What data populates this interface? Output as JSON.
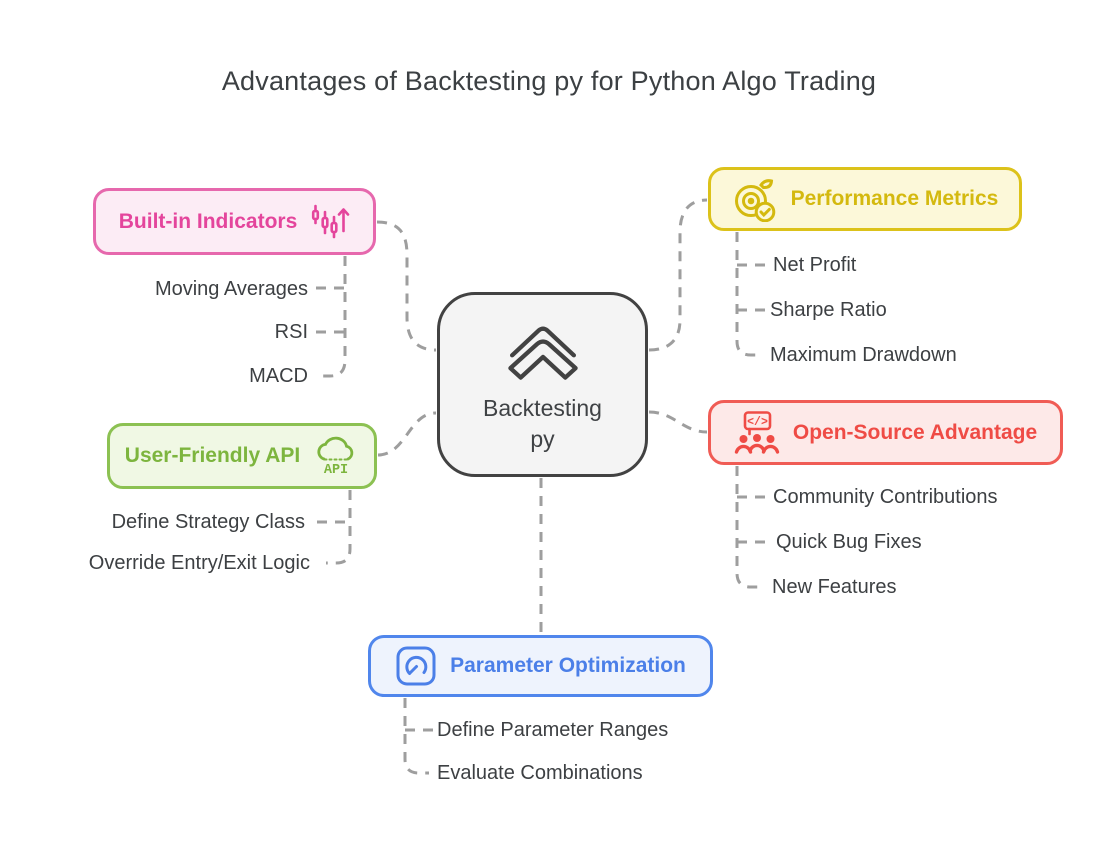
{
  "title": "Advantages of Backtesting py for Python Algo Trading",
  "center": {
    "line1": "Backtesting",
    "line2": "py",
    "icon": "double-chevron-up-icon"
  },
  "branches": {
    "indicators": {
      "label": "Built-in Indicators",
      "icon": "candlestick-chart-icon",
      "border_color": "#e668ad",
      "fill_color": "#fcecf5",
      "text_color": "#e4459c",
      "items": [
        "Moving Averages",
        "RSI",
        "MACD"
      ]
    },
    "api": {
      "label": "User-Friendly API",
      "icon": "cloud-api-icon",
      "icon_text": "API",
      "border_color": "#8cc152",
      "fill_color": "#f0f8e4",
      "text_color": "#7db53e",
      "items": [
        "Define Strategy Class",
        "Override Entry/Exit Logic"
      ]
    },
    "metrics": {
      "label": "Performance Metrics",
      "icon": "target-goal-icon",
      "border_color": "#dcc21a",
      "fill_color": "#fcf8d9",
      "text_color": "#d4b90f",
      "items": [
        "Net Profit",
        "Sharpe Ratio",
        "Maximum Drawdown"
      ]
    },
    "opensource": {
      "label": "Open-Source Advantage",
      "icon": "community-code-icon",
      "icon_text": "</>",
      "border_color": "#f05c55",
      "fill_color": "#fde9e8",
      "text_color": "#ef4b45",
      "items": [
        "Community Contributions",
        "Quick Bug Fixes",
        "New Features"
      ]
    },
    "optimization": {
      "label": "Parameter Optimization",
      "icon": "gauge-icon",
      "border_color": "#5086ec",
      "fill_color": "#eef3fd",
      "text_color": "#4b7fe8",
      "items": [
        "Define Parameter Ranges",
        "Evaluate Combinations"
      ]
    }
  },
  "connector_color": "#9e9e9e",
  "center_colors": {
    "border": "#424242",
    "fill": "#f4f4f4",
    "text": "#3f4245"
  }
}
